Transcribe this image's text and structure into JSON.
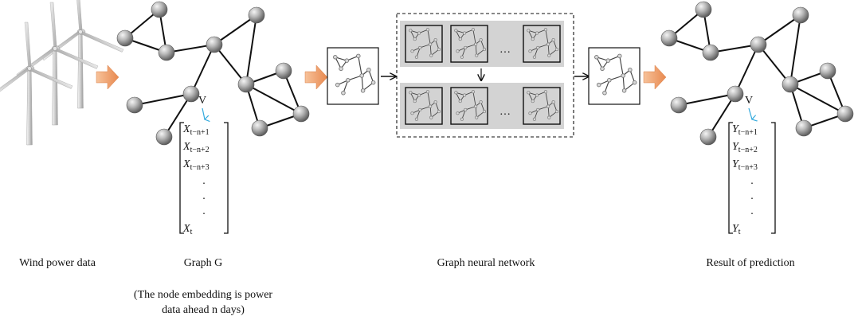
{
  "captions": {
    "wind": "Wind power data",
    "graph": "Graph G",
    "note_line1": "(The node embedding  is power",
    "note_line2": "data ahead  n days)",
    "gnn": "Graph neural network",
    "result": "Result of prediction"
  },
  "node_label": "V",
  "input_vector": {
    "symbol": "X",
    "entries": [
      {
        "sub": "t−n+1"
      },
      {
        "sub": "t−n+2"
      },
      {
        "sub": "t−n+3"
      },
      {
        "dot": "."
      },
      {
        "dot": "."
      },
      {
        "dot": "."
      },
      {
        "sub": "t"
      }
    ]
  },
  "output_vector": {
    "symbol": "Y",
    "entries": [
      {
        "sub": "t−n+1"
      },
      {
        "sub": "t−n+2"
      },
      {
        "sub": "t−n+3"
      },
      {
        "dot": "."
      },
      {
        "dot": "."
      },
      {
        "dot": "."
      },
      {
        "sub": "t"
      }
    ]
  },
  "gnn_ellipsis": "…",
  "colors": {
    "flow_arrow": "#f0a070",
    "node_gray": "#9a9a9a",
    "gnn_strip": "#d3d3d3",
    "v_arrow": "#33aadd"
  }
}
